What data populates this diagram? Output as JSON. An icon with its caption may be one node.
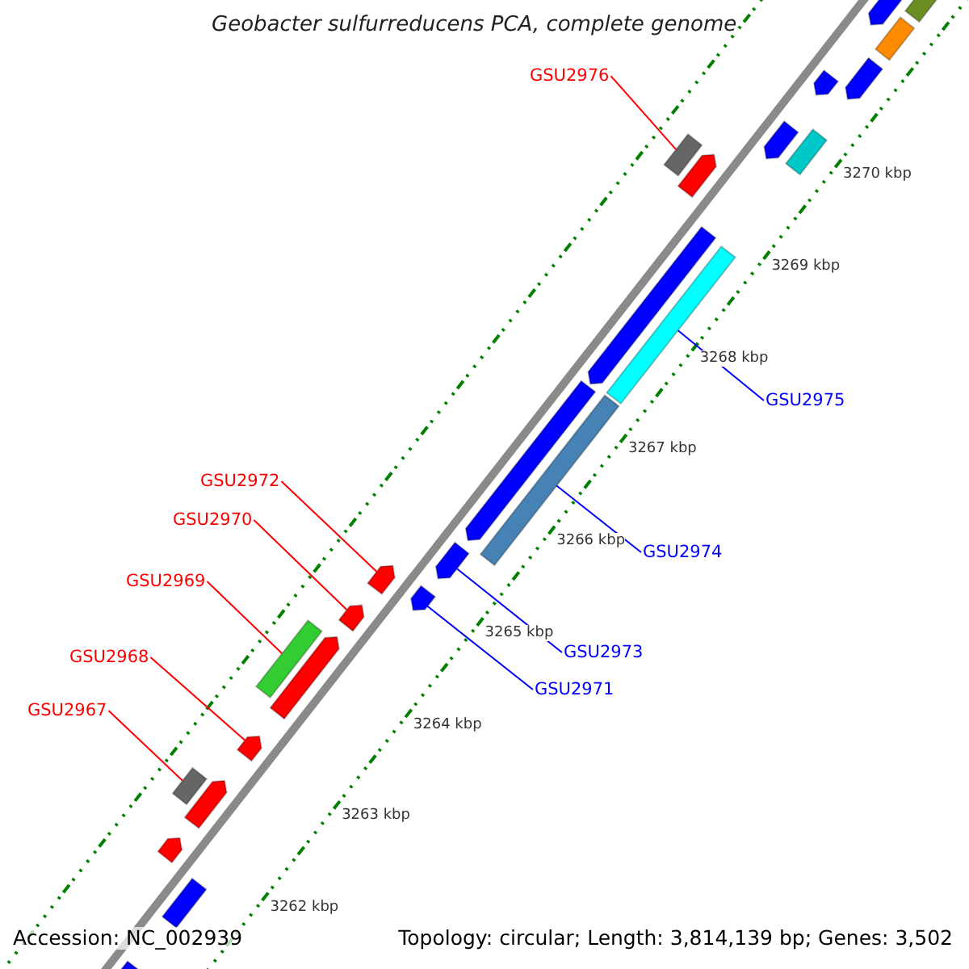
{
  "diagram": {
    "title": "Geobacter sulfurreducens PCA, complete genome",
    "nodes": [
      {
        "text": [
          "GSU2976"
        ]
      },
      {
        "text": [
          "GSU2975"
        ]
      },
      {
        "text": [
          "GSU2972"
        ]
      },
      {
        "text": [
          "GSU2970"
        ]
      },
      {
        "text": [
          "GSU2974"
        ]
      },
      {
        "text": [
          "GSU2969"
        ]
      },
      {
        "text": [
          "GSU2973"
        ]
      },
      {
        "text": [
          "GSU2971"
        ]
      },
      {
        "text": [
          "GSU2968"
        ]
      },
      {
        "text": [
          "GSU2967"
        ]
      },
      {
        "text": [],
        "shape": "box"
      },
      {
        "text": [],
        "shape": "pentagon"
      },
      {
        "text": [],
        "shape": "box"
      },
      {
        "text": [],
        "shape": "pentagon"
      },
      {
        "text": [],
        "shape": "pentagon"
      },
      {
        "text": [],
        "shape": "pentagon"
      },
      {
        "text": [],
        "shape": "box"
      },
      {
        "text": [],
        "shape": "box"
      },
      {
        "text": [],
        "shape": "pentagon"
      },
      {
        "text": [],
        "shape": "pentagon"
      },
      {
        "text": [],
        "shape": "box"
      },
      {
        "text": [],
        "shape": "pentagon"
      },
      {
        "text": [],
        "shape": "box"
      },
      {
        "text": [],
        "shape": "pentagon"
      },
      {
        "text": [],
        "shape": "pentagon"
      },
      {
        "text": [],
        "shape": "pentagon"
      },
      {
        "text": [],
        "shape": "pentagon"
      },
      {
        "text": [],
        "shape": "box"
      },
      {
        "text": [],
        "shape": "pentagon"
      },
      {
        "text": [],
        "shape": "pentagon"
      },
      {
        "text": [],
        "shape": "box"
      },
      {
        "text": [],
        "shape": "pentagon"
      },
      {
        "text": [],
        "shape": "pentagon"
      },
      {
        "text": [],
        "shape": "box"
      },
      {
        "text": [],
        "shape": "box"
      }
    ],
    "edges": [
      {
        "from": 0,
        "to": 17,
        "arrow": "none"
      },
      {
        "from": 1,
        "to": 20,
        "arrow": "none",
        "color": "#0000ff"
      },
      {
        "from": 2,
        "to": 24,
        "arrow": "none"
      },
      {
        "from": 3,
        "to": 26,
        "arrow": "none"
      },
      {
        "from": 4,
        "to": 22,
        "arrow": "none",
        "color": "#0000ff"
      },
      {
        "from": 5,
        "to": 27,
        "arrow": "none"
      },
      {
        "from": 6,
        "to": 23,
        "arrow": "none",
        "color": "#0000ff"
      },
      {
        "from": 7,
        "to": 25,
        "arrow": "none",
        "color": "#0000ff"
      },
      {
        "from": 8,
        "to": 29,
        "arrow": "none"
      },
      {
        "from": 9,
        "to": 30,
        "arrow": "none"
      }
    ],
    "labels": [
      "3262 kbp",
      "3263 kbp",
      "3264 kbp",
      "3265 kbp",
      "3266 kbp",
      "3267 kbp",
      "3268 kbp",
      "3269 kbp",
      "3270 kbp",
      "Accession: NC_002939",
      "Topology: circular; Length: 3,814,139 bp; Genes: 3,502"
    ]
  }
}
